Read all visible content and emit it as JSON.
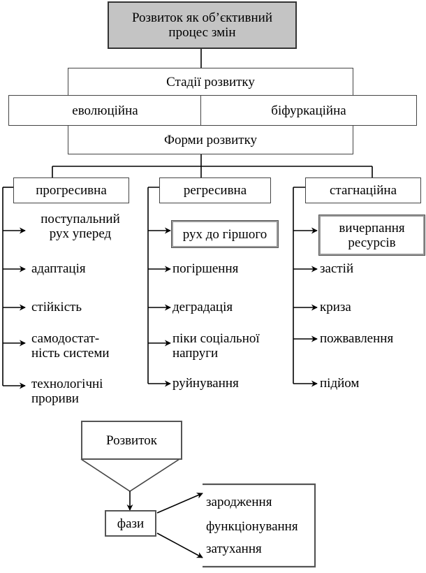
{
  "top_box": "Розвиток як об’єктивний\nпроцес змін",
  "stages": {
    "title": "Стадії розвитку",
    "evolution": "еволюційна",
    "bifurcation": "біфуркаційна",
    "forms_title": "Форми розвитку"
  },
  "columns": {
    "progressive": {
      "title": "прогресивна",
      "items": [
        "поступальний\nрух уперед",
        "адаптація",
        "стійкість",
        "самодостат-\nність системи",
        "технологічні\nпрориви"
      ]
    },
    "regressive": {
      "title": "регресивна",
      "items": [
        "рух до гіршого",
        "погіршення",
        "деградація",
        "піки соціальної\nнапруги",
        "руйнування"
      ]
    },
    "stagnation": {
      "title": "стагнаційна",
      "items": [
        "вичерпання\nресурсів",
        "застій",
        "криза",
        "пожвавлення",
        "підйом"
      ]
    }
  },
  "phases": {
    "development": "Розвиток",
    "phases_label": "фази",
    "items": [
      "зародження",
      "функціонування",
      "затухання"
    ]
  }
}
